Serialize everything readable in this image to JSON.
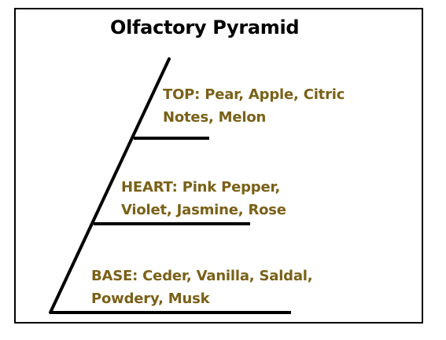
{
  "title": "Olfactory Pyramid",
  "colors": {
    "text_accent": "#7a6118",
    "line": "#000000",
    "background": "#ffffff"
  },
  "levels": [
    {
      "label": "TOP",
      "lines": [
        "TOP: Pear, Apple, Citric",
        "Notes, Melon"
      ]
    },
    {
      "label": "HEART",
      "lines": [
        "HEART: Pink Pepper,",
        "Violet, Jasmine, Rose"
      ]
    },
    {
      "label": "BASE",
      "lines": [
        "BASE: Ceder, Vanilla, Saldal,",
        "Powdery, Musk"
      ]
    }
  ]
}
